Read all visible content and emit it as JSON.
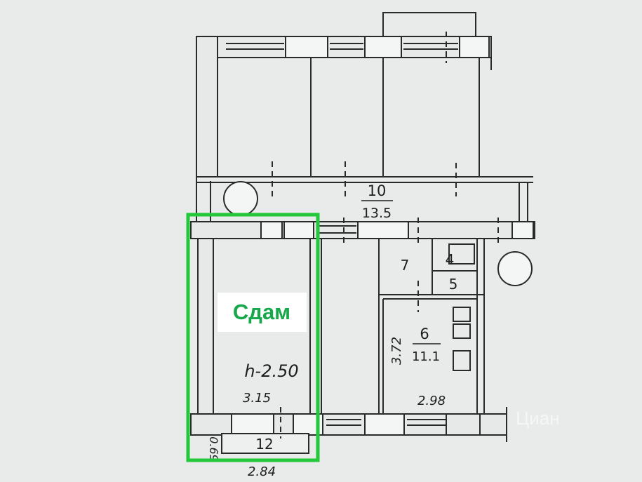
{
  "plan": {
    "rooms": [
      {
        "number": "10",
        "area": "13.5"
      },
      {
        "number": "7"
      },
      {
        "number": "4"
      },
      {
        "number": "5"
      },
      {
        "number": "6",
        "area": "11.1"
      },
      {
        "number": "12"
      }
    ],
    "dimensions": [
      "3.72",
      "2.98",
      "3.15",
      "2.84",
      "0.69"
    ],
    "ceiling_height": "h-2.50"
  },
  "highlight": {
    "label": "Сдам",
    "color": "#22c83a"
  },
  "watermark": "Циан"
}
